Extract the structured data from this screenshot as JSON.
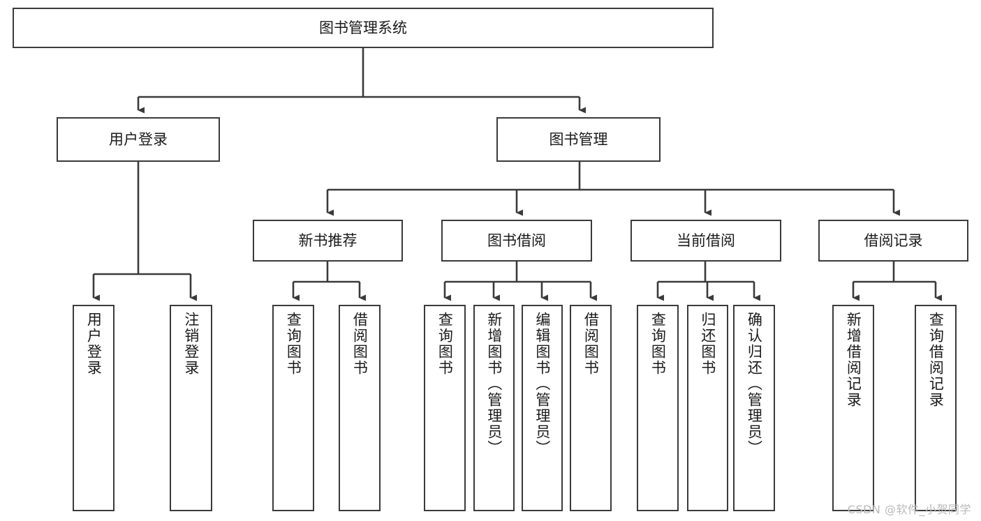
{
  "diagram": {
    "title": "图书管理系统",
    "type": "tree-hierarchy-chart",
    "watermark": "CSDN @软件_小贺同学",
    "colors": {
      "stroke": "#3a3a3a",
      "fill": "#ffffff",
      "text": "#1a1a1a",
      "watermark": "#b9b9b9"
    },
    "nodes": {
      "root": {
        "label": "图书管理系统"
      },
      "level2": [
        {
          "label": "用户登录"
        },
        {
          "label": "图书管理"
        }
      ],
      "level3": [
        {
          "label": "新书推荐"
        },
        {
          "label": "图书借阅"
        },
        {
          "label": "当前借阅"
        },
        {
          "label": "借阅记录"
        }
      ],
      "leaves": {
        "user_login": [
          {
            "label": "用户登录"
          },
          {
            "label": "注销登录"
          }
        ],
        "new_book_recommend": [
          {
            "label": "查询图书"
          },
          {
            "label": "借阅图书"
          }
        ],
        "book_borrow": [
          {
            "label": "查询图书"
          },
          {
            "label": "新增图书（管理员）"
          },
          {
            "label": "编辑图书（管理员）"
          },
          {
            "label": "借阅图书"
          }
        ],
        "current_borrow": [
          {
            "label": "查询图书"
          },
          {
            "label": "归还图书"
          },
          {
            "label": "确认归还（管理员）"
          }
        ],
        "borrow_record": [
          {
            "label": "新增借阅记录"
          },
          {
            "label": "查询借阅记录"
          }
        ]
      }
    }
  }
}
